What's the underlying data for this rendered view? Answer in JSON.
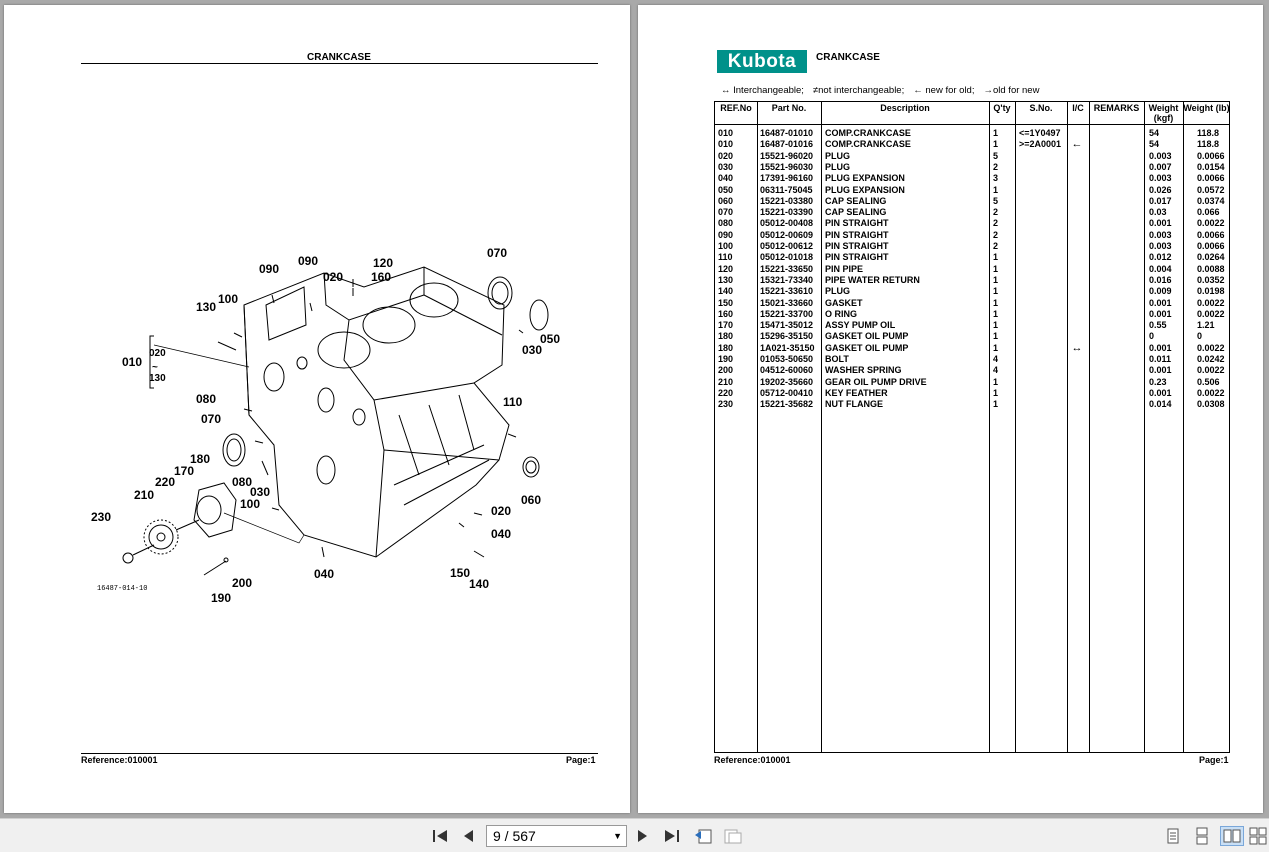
{
  "left_page": {
    "title": "CRANKCASE",
    "drawing_code": "16487-014-10",
    "reference": "Reference:010001",
    "page": "Page:1",
    "callouts": [
      "090",
      "090",
      "020",
      "120",
      "160",
      "070",
      "100",
      "130",
      "010",
      "020",
      "130",
      "050",
      "030",
      "080",
      "070",
      "110",
      "180",
      "170",
      "220",
      "080",
      "030",
      "210",
      "100",
      "060",
      "020",
      "040",
      "230",
      "200",
      "190",
      "040",
      "150",
      "140"
    ]
  },
  "right_page": {
    "brand": "Kubota",
    "title": "CRANKCASE",
    "legend": [
      "↔ Interchangeable;",
      "≠not interchangeable;",
      "← new for old;",
      "→old for new"
    ],
    "columns": [
      "REF.No",
      "Part No.",
      "Description",
      "Q'ty",
      "S.No.",
      "I/C",
      "REMARKS",
      "Weight (kgf)",
      "Weight (lb)"
    ],
    "rows": [
      {
        "ref": "010",
        "part": "16487-01010",
        "desc": "COMP.CRANKCASE",
        "qty": "1",
        "sno": "<=1Y0497",
        "ic": "",
        "kgf": "54",
        "lb": "118.8"
      },
      {
        "ref": "010",
        "part": "16487-01016",
        "desc": "COMP.CRANKCASE",
        "qty": "1",
        "sno": ">=2A0001",
        "ic": "←",
        "kgf": "54",
        "lb": "118.8"
      },
      {
        "ref": "020",
        "part": "15521-96020",
        "desc": "PLUG",
        "qty": "5",
        "sno": "",
        "ic": "",
        "kgf": "0.003",
        "lb": "0.0066"
      },
      {
        "ref": "030",
        "part": "15521-96030",
        "desc": "PLUG",
        "qty": "2",
        "sno": "",
        "ic": "",
        "kgf": "0.007",
        "lb": "0.0154"
      },
      {
        "ref": "040",
        "part": "17391-96160",
        "desc": "PLUG EXPANSION",
        "qty": "3",
        "sno": "",
        "ic": "",
        "kgf": "0.003",
        "lb": "0.0066"
      },
      {
        "ref": "050",
        "part": "06311-75045",
        "desc": "PLUG EXPANSION",
        "qty": "1",
        "sno": "",
        "ic": "",
        "kgf": "0.026",
        "lb": "0.0572"
      },
      {
        "ref": "060",
        "part": "15221-03380",
        "desc": "CAP SEALING",
        "qty": "5",
        "sno": "",
        "ic": "",
        "kgf": "0.017",
        "lb": "0.0374"
      },
      {
        "ref": "070",
        "part": "15221-03390",
        "desc": "CAP SEALING",
        "qty": "2",
        "sno": "",
        "ic": "",
        "kgf": "0.03",
        "lb": "0.066"
      },
      {
        "ref": "080",
        "part": "05012-00408",
        "desc": "PIN STRAIGHT",
        "qty": "2",
        "sno": "",
        "ic": "",
        "kgf": "0.001",
        "lb": "0.0022"
      },
      {
        "ref": "090",
        "part": "05012-00609",
        "desc": "PIN STRAIGHT",
        "qty": "2",
        "sno": "",
        "ic": "",
        "kgf": "0.003",
        "lb": "0.0066"
      },
      {
        "ref": "100",
        "part": "05012-00612",
        "desc": "PIN STRAIGHT",
        "qty": "2",
        "sno": "",
        "ic": "",
        "kgf": "0.003",
        "lb": "0.0066"
      },
      {
        "ref": "110",
        "part": "05012-01018",
        "desc": "PIN STRAIGHT",
        "qty": "1",
        "sno": "",
        "ic": "",
        "kgf": "0.012",
        "lb": "0.0264"
      },
      {
        "ref": "120",
        "part": "15221-33650",
        "desc": "PIN PIPE",
        "qty": "1",
        "sno": "",
        "ic": "",
        "kgf": "0.004",
        "lb": "0.0088"
      },
      {
        "ref": "130",
        "part": "15321-73340",
        "desc": "PIPE WATER RETURN",
        "qty": "1",
        "sno": "",
        "ic": "",
        "kgf": "0.016",
        "lb": "0.0352"
      },
      {
        "ref": "140",
        "part": "15221-33610",
        "desc": "PLUG",
        "qty": "1",
        "sno": "",
        "ic": "",
        "kgf": "0.009",
        "lb": "0.0198"
      },
      {
        "ref": "150",
        "part": "15021-33660",
        "desc": "GASKET",
        "qty": "1",
        "sno": "",
        "ic": "",
        "kgf": "0.001",
        "lb": "0.0022"
      },
      {
        "ref": "160",
        "part": "15221-33700",
        "desc": "O RING",
        "qty": "1",
        "sno": "",
        "ic": "",
        "kgf": "0.001",
        "lb": "0.0022"
      },
      {
        "ref": "170",
        "part": "15471-35012",
        "desc": "ASSY PUMP OIL",
        "qty": "1",
        "sno": "",
        "ic": "",
        "kgf": "0.55",
        "lb": "1.21"
      },
      {
        "ref": "180",
        "part": "15296-35150",
        "desc": "GASKET OIL PUMP",
        "qty": "1",
        "sno": "",
        "ic": "",
        "kgf": "0",
        "lb": "0"
      },
      {
        "ref": "180",
        "part": "1A021-35150",
        "desc": "GASKET OIL PUMP",
        "qty": "1",
        "sno": "",
        "ic": "↔",
        "kgf": "0.001",
        "lb": "0.0022"
      },
      {
        "ref": "190",
        "part": "01053-50650",
        "desc": "BOLT",
        "qty": "4",
        "sno": "",
        "ic": "",
        "kgf": "0.011",
        "lb": "0.0242"
      },
      {
        "ref": "200",
        "part": "04512-60060",
        "desc": "WASHER SPRING",
        "qty": "4",
        "sno": "",
        "ic": "",
        "kgf": "0.001",
        "lb": "0.0022"
      },
      {
        "ref": "210",
        "part": "19202-35660",
        "desc": "GEAR OIL PUMP DRIVE",
        "qty": "1",
        "sno": "",
        "ic": "",
        "kgf": "0.23",
        "lb": "0.506"
      },
      {
        "ref": "220",
        "part": "05712-00410",
        "desc": "KEY FEATHER",
        "qty": "1",
        "sno": "",
        "ic": "",
        "kgf": "0.001",
        "lb": "0.0022"
      },
      {
        "ref": "230",
        "part": "15221-35682",
        "desc": "NUT FLANGE",
        "qty": "1",
        "sno": "",
        "ic": "",
        "kgf": "0.014",
        "lb": "0.0308"
      }
    ],
    "reference": "Reference:010001",
    "page": "Page:1"
  },
  "toolbar": {
    "page_indicator": "9 / 567",
    "icons": [
      "first-page-icon",
      "prev-page-icon",
      "next-page-icon",
      "last-page-icon",
      "go-back-view-icon",
      "go-forward-view-icon",
      "single-page-icon",
      "continuous-icon",
      "two-page-icon",
      "two-page-continuous-icon"
    ]
  }
}
